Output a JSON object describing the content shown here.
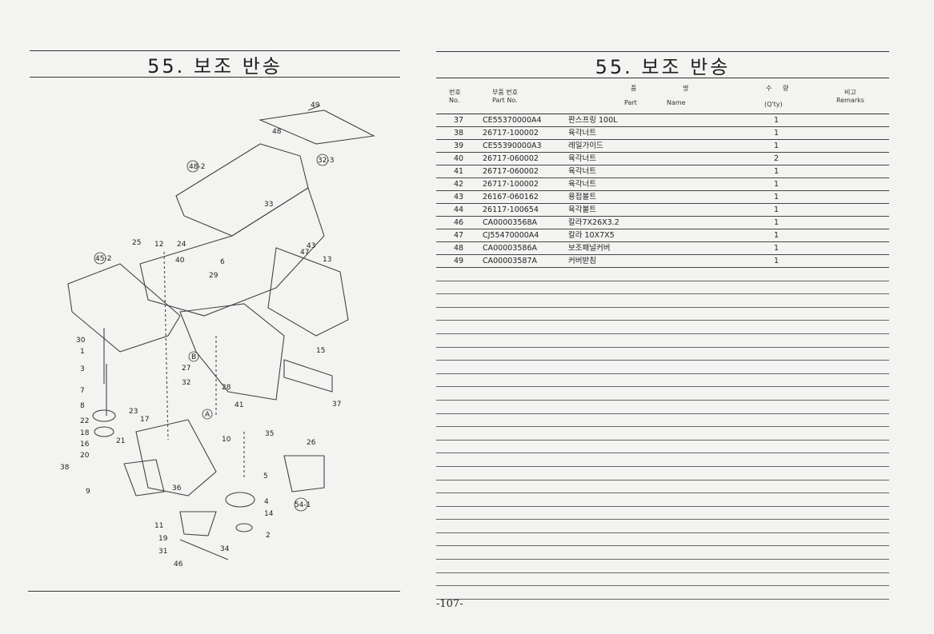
{
  "left_page": {
    "title": "55. 보조 반송"
  },
  "diagram": {
    "callouts": [
      {
        "label": "49"
      },
      {
        "label": "48"
      },
      {
        "label": "48-2"
      },
      {
        "label": "32-3"
      },
      {
        "label": "33"
      },
      {
        "label": "25"
      },
      {
        "label": "12"
      },
      {
        "label": "24"
      },
      {
        "label": "45-2"
      },
      {
        "label": "40"
      },
      {
        "label": "43"
      },
      {
        "label": "47"
      },
      {
        "label": "13"
      },
      {
        "label": "6"
      },
      {
        "label": "29"
      },
      {
        "label": "30"
      },
      {
        "label": "1"
      },
      {
        "label": "3"
      },
      {
        "label": "B"
      },
      {
        "label": "15"
      },
      {
        "label": "27"
      },
      {
        "label": "32"
      },
      {
        "label": "7"
      },
      {
        "label": "28"
      },
      {
        "label": "41"
      },
      {
        "label": "37"
      },
      {
        "label": "8"
      },
      {
        "label": "23"
      },
      {
        "label": "17"
      },
      {
        "label": "A"
      },
      {
        "label": "22"
      },
      {
        "label": "18"
      },
      {
        "label": "16"
      },
      {
        "label": "21"
      },
      {
        "label": "20"
      },
      {
        "label": "38"
      },
      {
        "label": "35"
      },
      {
        "label": "26"
      },
      {
        "label": "10"
      },
      {
        "label": "9"
      },
      {
        "label": "5"
      },
      {
        "label": "36"
      },
      {
        "label": "4"
      },
      {
        "label": "54-1"
      },
      {
        "label": "14"
      },
      {
        "label": "11"
      },
      {
        "label": "19"
      },
      {
        "label": "31"
      },
      {
        "label": "34"
      },
      {
        "label": "46"
      },
      {
        "label": "2"
      }
    ]
  },
  "right_page": {
    "title": "55. 보조 반송",
    "headers": {
      "no_ko": "번호",
      "no_en": "No.",
      "part_ko": "부품 번호",
      "part_en": "Part  No.",
      "name_ko1": "품",
      "name_ko2": "명",
      "name_en1": "Part",
      "name_en2": "Name",
      "qty_ko1": "수",
      "qty_ko2": "량",
      "qty_en": "(Q'ty)",
      "rem_ko": "비고",
      "rem_en": "Remarks"
    },
    "rows": [
      {
        "no": "37",
        "part": "CE55370000A4",
        "name": "판스프링 100L",
        "qty": "1"
      },
      {
        "no": "38",
        "part": "26717-100002",
        "name": "육각너트",
        "qty": "1"
      },
      {
        "no": "39",
        "part": "CE55390000A3",
        "name": "레일가이드",
        "qty": "1"
      },
      {
        "no": "40",
        "part": "26717-060002",
        "name": "육각너트",
        "qty": "2"
      },
      {
        "no": "41",
        "part": "26717-060002",
        "name": "육각너트",
        "qty": "1"
      },
      {
        "no": "42",
        "part": "26717-100002",
        "name": "육각너트",
        "qty": "1"
      },
      {
        "no": "43",
        "part": "26167-060162",
        "name": "용접볼트",
        "qty": "1"
      },
      {
        "no": "44",
        "part": "26117-100654",
        "name": "육각볼트",
        "qty": "1"
      },
      {
        "no": "46",
        "part": "CA00003568A",
        "name": "칼라7X26X3.2",
        "qty": "1"
      },
      {
        "no": "47",
        "part": "CJ55470000A4",
        "name": "칼라 10X7X5",
        "qty": "1"
      },
      {
        "no": "48",
        "part": "CA00003586A",
        "name": "보조패널커버",
        "qty": "1"
      },
      {
        "no": "49",
        "part": "CA00003587A",
        "name": "커버받침",
        "qty": "1"
      }
    ],
    "page_number": "-107-"
  }
}
